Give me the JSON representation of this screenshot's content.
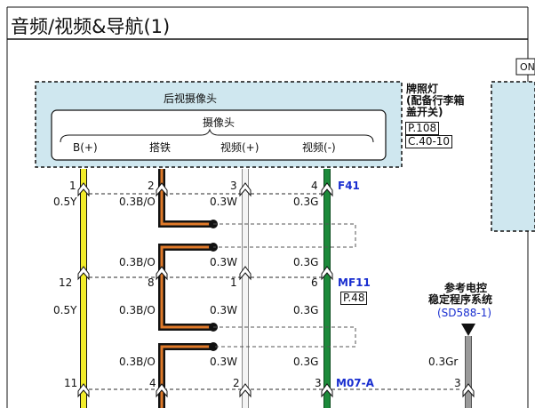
{
  "header": {
    "title": "音频/视频&导航(1)"
  },
  "top_right": {
    "tag": "ON"
  },
  "camera_module": {
    "outer_label": "后视摄像头",
    "inner_label": "摄像头",
    "pins": [
      "B(+)",
      "搭铁",
      "视频(+)",
      "视频(-)"
    ]
  },
  "license_lamp": {
    "lines": [
      "牌照灯",
      "(配备行李箱",
      "盖开关)"
    ],
    "ref1": "P.108",
    "ref2": "C.40-10"
  },
  "connectors": {
    "row1": {
      "pins": [
        "1",
        "2",
        "3",
        "4"
      ],
      "name": "F41"
    },
    "row2": {
      "pins": [
        "12",
        "8",
        "1",
        "6"
      ],
      "name": "MF11",
      "ref": "P.48"
    },
    "row3": {
      "pins": [
        "11",
        "4",
        "2",
        "3"
      ],
      "name": "M07-A",
      "extra_pin": "3"
    }
  },
  "wires": {
    "w1_a": "0.5Y",
    "w2_a": "0.3B/O",
    "w3_a": "0.3W",
    "w4_a": "0.3G",
    "w2_b": "0.3B/O",
    "w3_b": "0.3W",
    "w4_b": "0.3G",
    "w1_c": "0.5Y",
    "w2_c": "0.3B/O",
    "w3_c": "0.3W",
    "w4_c": "0.3G",
    "w2_d": "0.3B/O",
    "w3_d": "0.3W",
    "w4_d": "0.3G",
    "w5": "0.3Gr"
  },
  "cruise": {
    "lines": [
      "参考电控",
      "稳定程序系统"
    ],
    "ref": "(SD588-1)"
  },
  "colors": {
    "yellow": "#f2ec2a",
    "white_wire": "#f4f4f4",
    "green": "#1c8a3a",
    "orange": "#e07a2a",
    "black": "#111111",
    "gray": "#9a9a9a",
    "panel": "#cfe7ef",
    "link": "#1a2fd0"
  }
}
